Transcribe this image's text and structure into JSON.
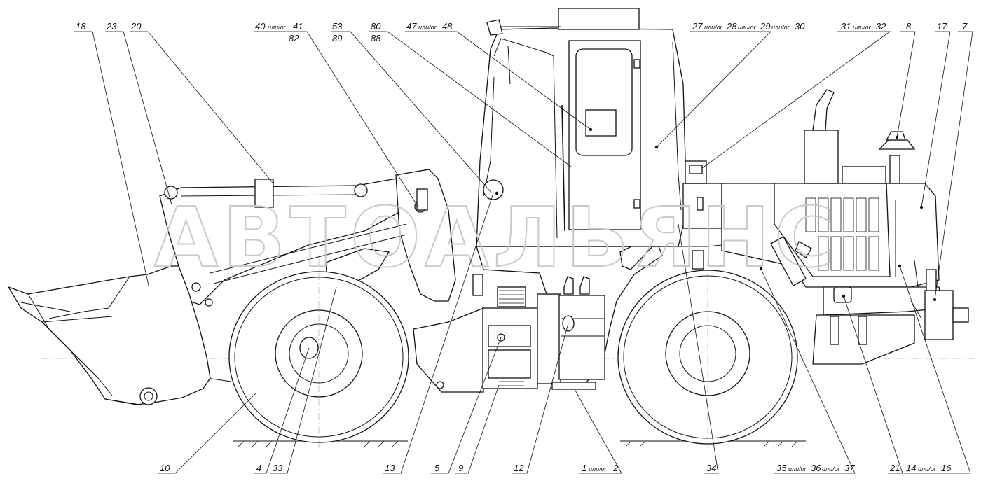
{
  "watermark": "АВТОАЛЬЯНС",
  "callouts": {
    "c18": "18",
    "c23": "23",
    "c20": "20",
    "c40a": "40",
    "c40b": "или/or",
    "c40c": "41",
    "c82": "82",
    "c53": "53",
    "c89": "89",
    "c80": "80",
    "c88": "88",
    "c47a": "47",
    "c47b": "или/or",
    "c47c": "48",
    "c27a": "27",
    "c27b": "или/or",
    "c27c": "28",
    "c27d": "или/or",
    "c27e": "29",
    "c27f": "или/or",
    "c27g": "30",
    "c31a": "31",
    "c31b": "или/or",
    "c31c": "32",
    "c8": "8",
    "c17": "17",
    "c7": "7",
    "c10": "10",
    "c4": "4",
    "c33": "33",
    "c13": "13",
    "c5": "5",
    "c9": "9",
    "c12": "12",
    "c1a": "1",
    "c1b": "или/or",
    "c1c": "2",
    "c34": "34",
    "c35a": "35",
    "c35b": "или/or",
    "c35c": "36",
    "c35d": "или/or",
    "c35e": "37",
    "c21": "21",
    "c14a": "14",
    "c14b": "или/or",
    "c14c": "16"
  }
}
